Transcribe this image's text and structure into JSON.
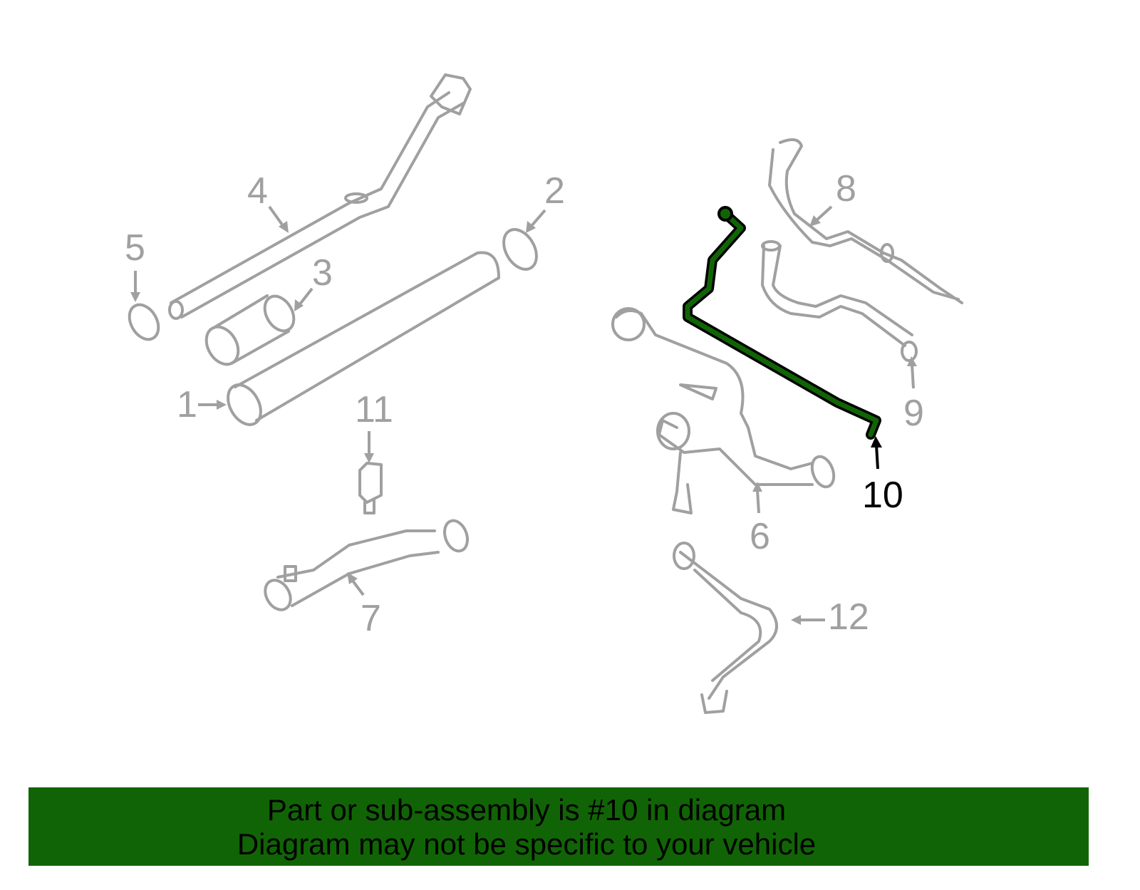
{
  "diagram": {
    "highlight_color": "#116405",
    "callouts": [
      "1",
      "2",
      "3",
      "4",
      "5",
      "6",
      "7",
      "8",
      "9",
      "10",
      "11",
      "12"
    ],
    "highlighted_callout": "10"
  },
  "banner": {
    "line1": "Part or sub-assembly is #10 in diagram",
    "line2": "Diagram may not be specific to your vehicle"
  }
}
